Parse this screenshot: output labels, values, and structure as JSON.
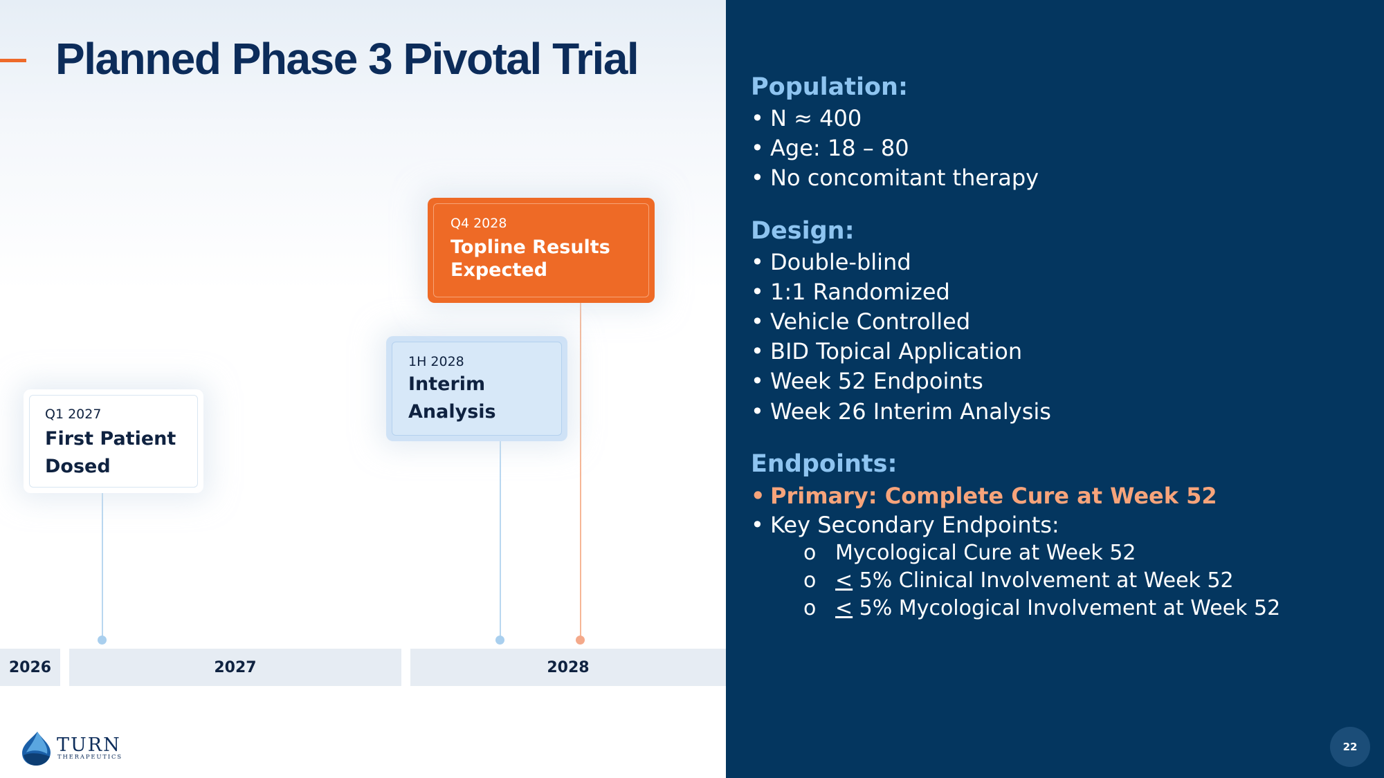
{
  "slide": {
    "title": "Planned Phase 3 Pivotal Trial",
    "page_number": "22"
  },
  "timeline": {
    "milestones": [
      {
        "id": "first-patient",
        "date": "Q1 2027",
        "label": "First Patient Dosed"
      },
      {
        "id": "interim",
        "date": "1H 2028",
        "label": "Interim Analysis"
      },
      {
        "id": "topline",
        "date": "Q4 2028",
        "label": "Topline Results Expected"
      }
    ],
    "years": [
      "2026",
      "2027",
      "2028"
    ]
  },
  "logo": {
    "name": "TURN",
    "sub": "THERAPEUTICS"
  },
  "population": {
    "heading": "Population:",
    "items": [
      "N ≈ 400",
      "Age: 18 – 80",
      "No concomitant therapy"
    ]
  },
  "design": {
    "heading": "Design:",
    "items": [
      "Double-blind",
      "1:1 Randomized",
      "Vehicle Controlled",
      "BID Topical Application",
      "Week 52 Endpoints",
      "Week 26 Interim Analysis"
    ]
  },
  "endpoints": {
    "heading": "Endpoints:",
    "primary": "Primary: Complete Cure at Week 52",
    "secondary_heading": "Key Secondary Endpoints:",
    "secondary": [
      {
        "prefix": "",
        "text": "Mycological Cure at Week 52"
      },
      {
        "prefix": "<",
        "text": " 5% Clinical Involvement at Week 52"
      },
      {
        "prefix": "<",
        "text": " 5% Mycological Involvement at Week 52"
      }
    ]
  },
  "colors": {
    "navy": "#04365f",
    "accent_orange": "#ee6a26",
    "heading_blue": "#8ec4f0",
    "primary_peach": "#f7a47b",
    "title_navy": "#0c2c5a"
  },
  "glyphs": {
    "bullet": "•",
    "sub_bullet": "o"
  }
}
